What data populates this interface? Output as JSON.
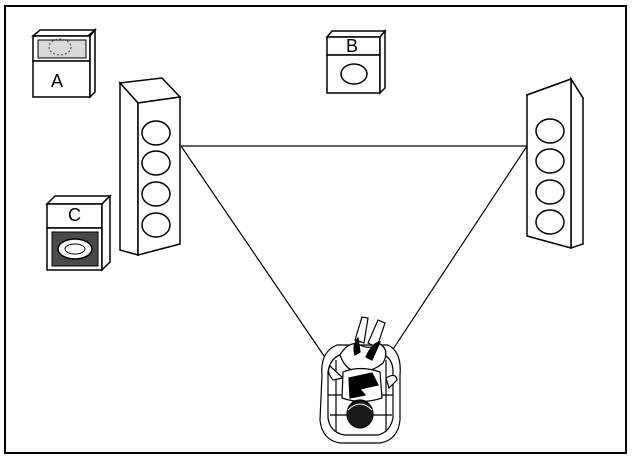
{
  "diagram": {
    "speakers": [
      {
        "id": "A",
        "label": "A",
        "kind": "surround-speaker"
      },
      {
        "id": "B",
        "label": "B",
        "kind": "center-speaker"
      },
      {
        "id": "C",
        "label": "C",
        "kind": "subwoofer"
      }
    ],
    "icons": {
      "front_left": "tower-speaker-icon",
      "front_right": "tower-speaker-icon",
      "listener": "listener-icon"
    },
    "colors": {
      "ink": "#000000",
      "panel_gray": "#d9d9d9",
      "dark_gray": "#4a4a4a"
    }
  }
}
